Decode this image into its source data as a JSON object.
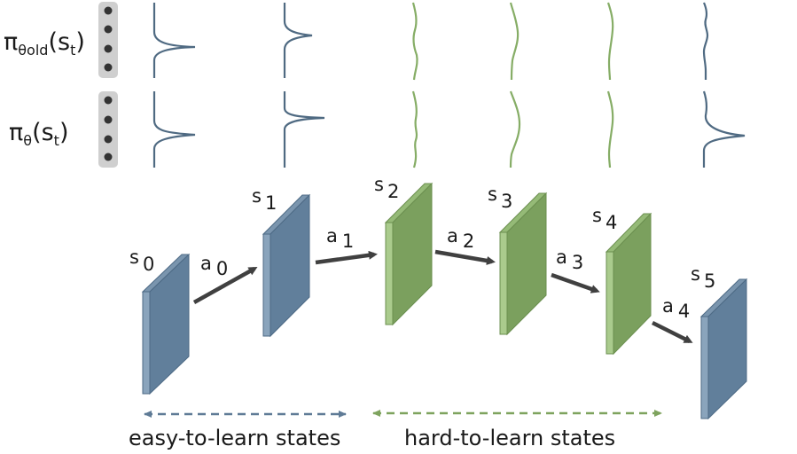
{
  "rows": {
    "old_policy": {
      "symbol": "π",
      "subscript": "θold",
      "argument": "(s",
      "arg_subscript": "t",
      "close": ")"
    },
    "new_policy": {
      "symbol": "π",
      "subscript": "θ",
      "argument": "(s",
      "arg_subscript": "t",
      "close": ")"
    }
  },
  "states": [
    {
      "letter": "s",
      "index": "0",
      "group": "easy"
    },
    {
      "letter": "s",
      "index": "1",
      "group": "easy"
    },
    {
      "letter": "s",
      "index": "2",
      "group": "hard"
    },
    {
      "letter": "s",
      "index": "3",
      "group": "hard"
    },
    {
      "letter": "s",
      "index": "4",
      "group": "hard"
    },
    {
      "letter": "s",
      "index": "5",
      "group": "easy"
    }
  ],
  "actions": [
    {
      "letter": "a",
      "index": "0"
    },
    {
      "letter": "a",
      "index": "1"
    },
    {
      "letter": "a",
      "index": "2"
    },
    {
      "letter": "a",
      "index": "3"
    },
    {
      "letter": "a",
      "index": "4"
    }
  ],
  "captions": {
    "easy": "easy-to-learn states",
    "hard": "hard-to-learn states"
  },
  "colors": {
    "easy_front": "#617f9b",
    "easy_side": "#8aa4bc",
    "easy_stroke": "#4d6a85",
    "hard_front": "#7ba05e",
    "hard_side": "#aacb8d",
    "hard_stroke": "#6b8f4f",
    "easy_curve": "#4f6a82",
    "hard_curve": "#86ad66",
    "arrow": "#404040",
    "panel": "#cfcfcf",
    "dot": "#333333"
  }
}
